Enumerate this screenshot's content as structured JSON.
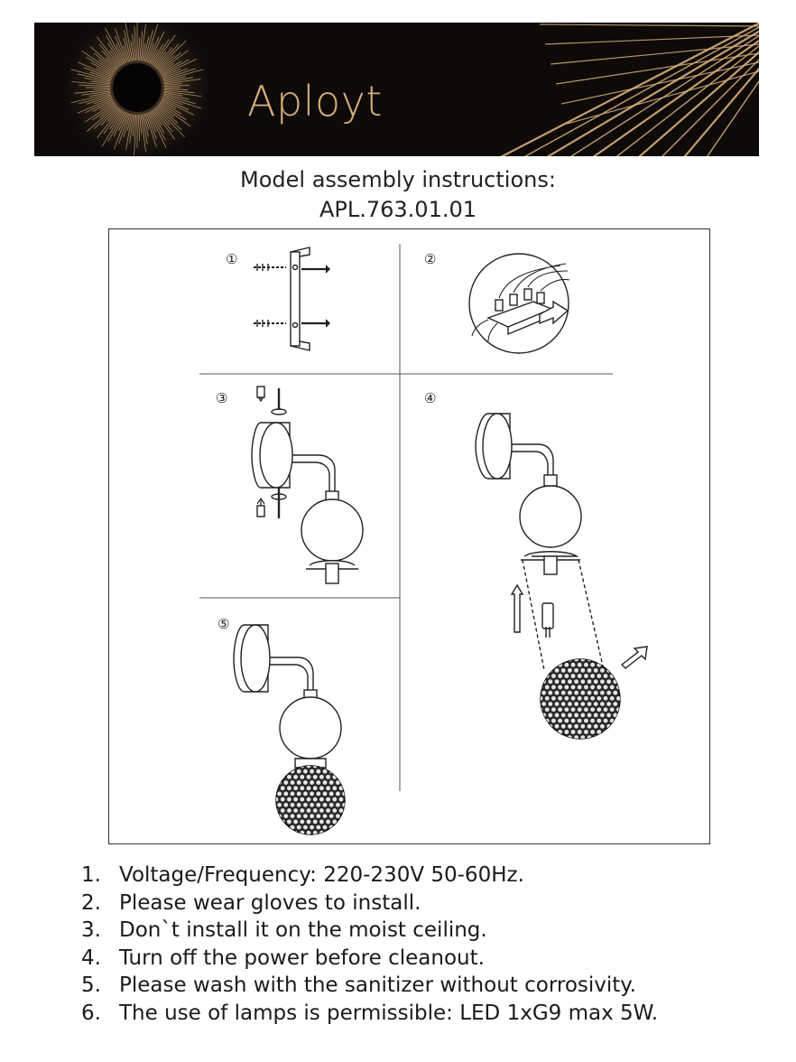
{
  "header": {
    "brand": "Aployt",
    "logo_color": "#d6ae7b",
    "background": "#0d0a08"
  },
  "title": {
    "line1": "Model assembly instructions:",
    "line2": "APL.763.01.01"
  },
  "steps": [
    {
      "number": "①",
      "icon": "wall-bracket-and-screws"
    },
    {
      "number": "②",
      "icon": "terminal-block-wiring"
    },
    {
      "number": "③",
      "icon": "fixture-mounting-screws"
    },
    {
      "number": "④",
      "icon": "g9-bulb-and-shade-insertion"
    },
    {
      "number": "⑤",
      "icon": "assembled-wall-lamp"
    }
  ],
  "notes": [
    {
      "num": "1.",
      "text": "Voltage/Frequency: 220-230V 50-60Hz."
    },
    {
      "num": "2.",
      "text": "Please wear gloves to install."
    },
    {
      "num": "3.",
      "text": "Don`t install it on the moist ceiling."
    },
    {
      "num": "4.",
      "text": "Turn off the power before cleanout."
    },
    {
      "num": "5.",
      "text": "Please wash with the sanitizer without corrosivity."
    },
    {
      "num": "6.",
      "text": "The use of lamps is permissible: LED 1xG9 max 5W."
    }
  ]
}
